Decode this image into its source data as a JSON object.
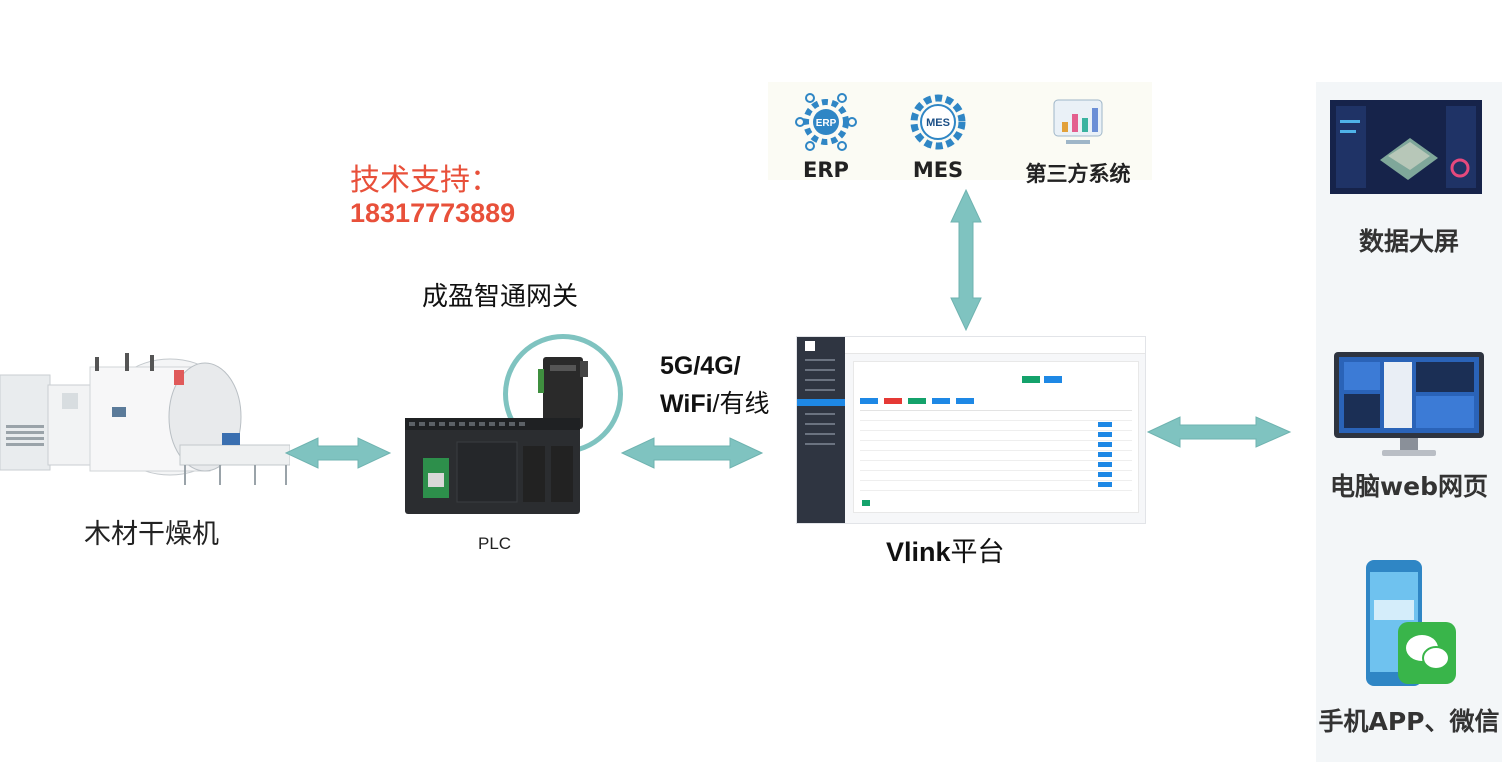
{
  "support": {
    "title": "技术支持：",
    "phone": "18317773889"
  },
  "nodes": {
    "dryer": "木材干燥机",
    "gateway": "成盈智通网关",
    "plc": "PLC",
    "network_line1": "5G/4G/",
    "network_line2_en": "WiFi",
    "network_line2_cn": "/有线",
    "platform_en": "Vlink",
    "platform_cn": "平台"
  },
  "systems": [
    {
      "label": "ERP",
      "icon": "erp-gear-icon"
    },
    {
      "label": "MES",
      "icon": "mes-gear-icon"
    },
    {
      "label": "第三方系统",
      "icon": "chart-board-icon"
    }
  ],
  "clients": [
    {
      "label": "数据大屏",
      "icon": "dashboard-screen-icon"
    },
    {
      "label": "电脑web网页",
      "icon": "desktop-monitor-icon"
    },
    {
      "label": "手机APP、微信",
      "icon": "phone-wechat-icon"
    }
  ],
  "colors": {
    "arrow": "#7fc3c0",
    "accent": "#e8503a",
    "platform_sidebar": "#2f3541",
    "platform_blue": "#1e88e5"
  }
}
